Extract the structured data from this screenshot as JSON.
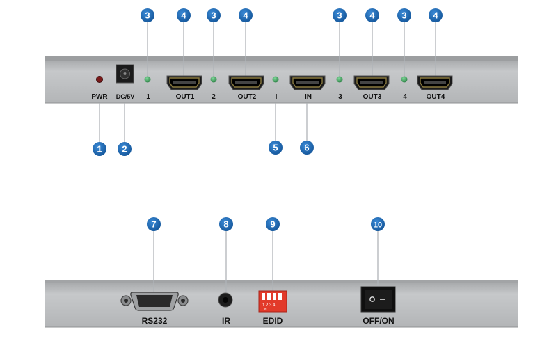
{
  "callout_color": "#1f6fb8",
  "panel_color": "#b9bbbd",
  "led_color": "#3fa25a",
  "dip_color": "#e23a2a",
  "front_panel": {
    "pwr_label": "PWR",
    "dc_label": "DC/5V",
    "led1_label": "1",
    "out1_label": "OUT1",
    "led2_label": "2",
    "out2_label": "OUT2",
    "ledi_label": "I",
    "in_label": "IN",
    "led3_label": "3",
    "out3_label": "OUT3",
    "led4_label": "4",
    "out4_label": "OUT4"
  },
  "rear_panel": {
    "rs232_label": "RS232",
    "ir_label": "IR",
    "edid_label": "EDID",
    "switch_label": "OFF/ON",
    "dip_numbers": "1 2 3 4",
    "dip_on": "ON"
  },
  "callouts": {
    "c1": "1",
    "c2": "2",
    "c3": "3",
    "c4": "4",
    "c5": "5",
    "c6": "6",
    "c7": "7",
    "c8": "8",
    "c9": "9",
    "c10": "10"
  }
}
